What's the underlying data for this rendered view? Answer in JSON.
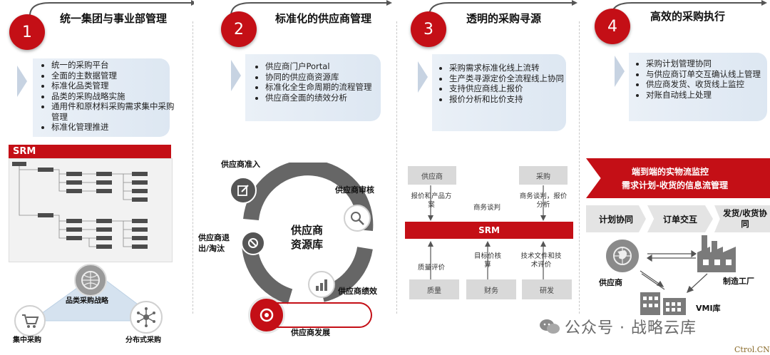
{
  "columns": [
    {
      "number": "1",
      "title": "统一集团与事业部管理",
      "bullets": [
        "统一的采购平台",
        "全面的主数据管理",
        "标准化品类管理",
        "品类的采购战略实施",
        "通用件和原材料采购需求集中采购管理",
        "标准化管理推进"
      ]
    },
    {
      "number": "2",
      "title": "标准化的供应商管理",
      "bullets": [
        "供应商门户Portal",
        "协同的供应商资源库",
        "标准化全生命周期的流程管理",
        "供应商全面的绩效分析"
      ]
    },
    {
      "number": "3",
      "title": "透明的采购寻源",
      "bullets": [
        "采购需求标准化线上流转",
        "生产类寻源定价全流程线上协同",
        "支持供应商线上报价",
        "报价分析和比价支持"
      ]
    },
    {
      "number": "4",
      "title": "高效的采购执行",
      "bullets": [
        "采购计划管理协同",
        "与供应商订单交互确认线上管理",
        "供应商发货、收货线上监控",
        "对账自动线上处理"
      ]
    }
  ],
  "col1_diagram": {
    "srm_label": "SRM",
    "strategy_label": "品类采购战略",
    "central_label": "集中采购",
    "distributed_label": "分布式采购"
  },
  "col2_diagram": {
    "center_label_1": "供应商",
    "center_label_2": "资源库",
    "stage_admission": "供应商准入",
    "stage_review": "供应商审核",
    "stage_exit": "供应商退出/淘汰",
    "stage_performance": "供应商绩效",
    "stage_development": "供应商发展"
  },
  "col3_diagram": {
    "top_left_box": "供应商",
    "top_right_box": "采购",
    "label_quote": "报价和产品方案",
    "label_business": "商务谈判",
    "label_business2": "商务谈判，报价分析",
    "srm_label": "SRM",
    "label_quality_eval": "质量评价",
    "label_target_price": "目标价核算",
    "label_tech": "技术文件和技术评价",
    "bottom_box_1": "质量",
    "bottom_box_2": "财务",
    "bottom_box_3": "研发"
  },
  "col4_diagram": {
    "banner_line1": "端到端的实物流监控",
    "banner_line2": "需求计划-收货的信息流管理",
    "step1": "计划协同",
    "step2": "订单交互",
    "step3": "发货/收货协同",
    "supplier_label": "供应商",
    "factory_label": "制造工厂",
    "vmi_label": "VMI库"
  },
  "watermark": "公众号 · 战略云库",
  "corner_mark": "Ctrol.CN",
  "colors": {
    "brand_red": "#c40f16",
    "box_blue": "#dde7f2",
    "grey": "#d9d9d9"
  }
}
